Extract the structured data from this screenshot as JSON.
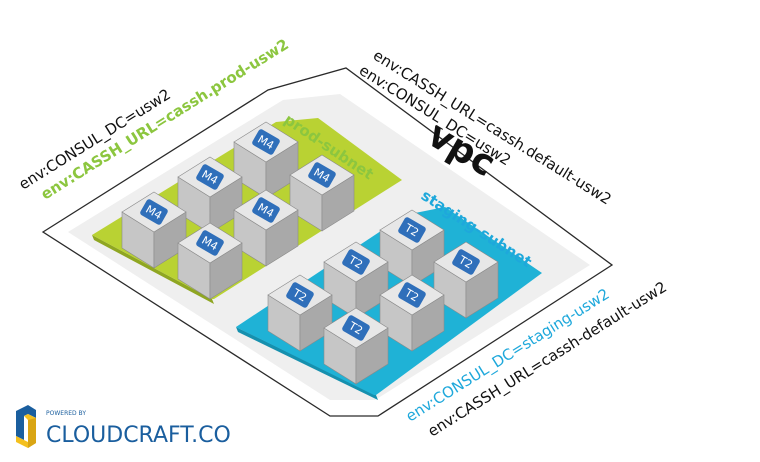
{
  "vpc": {
    "title": "vpc",
    "tags": [
      "env:CASSH_URL=cassh.default-usw2",
      "env:CONSUL_DC=usw2"
    ]
  },
  "prod_subnet": {
    "label": "prod-subnet",
    "tags": [
      "env:CONSUL_DC=usw2",
      "env:CASSH_URL=cassh.prod-usw2"
    ],
    "instance_type": "M4",
    "instances": [
      "M4",
      "M4",
      "M4",
      "M4",
      "M4",
      "M4"
    ]
  },
  "staging_subnet": {
    "label": "staging-subnet",
    "tags": [
      "env:CONSUL_DC=staging-usw2",
      "env:CASSH_URL=cassh-default-usw2"
    ],
    "instance_type": "T2",
    "instances": [
      "T2",
      "T2",
      "T2",
      "T2",
      "T2",
      "T2"
    ]
  },
  "branding": {
    "powered_by": "POWERED BY",
    "name": "CLOUDCRAFT.CO"
  },
  "colors": {
    "prod": "#b9d233",
    "prod_text": "#8cc63f",
    "staging": "#1fb2d6",
    "staging_text": "#1ea8db",
    "chip": "#2f6fba",
    "box_top": "#e7e7e7",
    "box_left": "#c6c6c6",
    "box_right": "#a9a9a9",
    "vpc_fill": "#f2f2f2"
  }
}
